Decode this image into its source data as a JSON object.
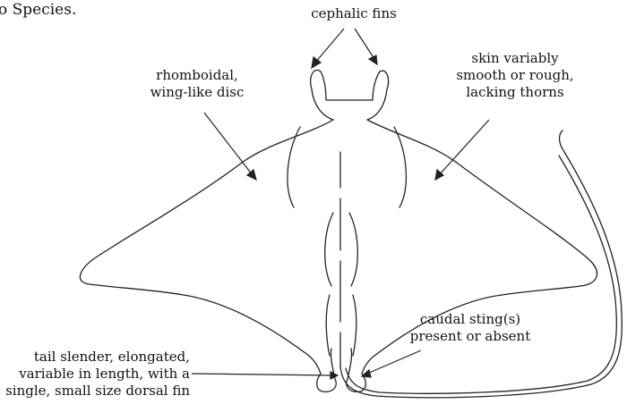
{
  "header_fragment": "o Species.",
  "labels": {
    "cephalic_fins": "cephalic fins",
    "disc": "rhomboidal,\nwing-like disc",
    "skin": "skin variably\nsmooth or rough,\nlacking thorns",
    "sting": "caudal sting(s)\npresent or absent",
    "tail": "tail slender, elongated,\nvariable in length, with a\nsingle, small size dorsal fin"
  }
}
